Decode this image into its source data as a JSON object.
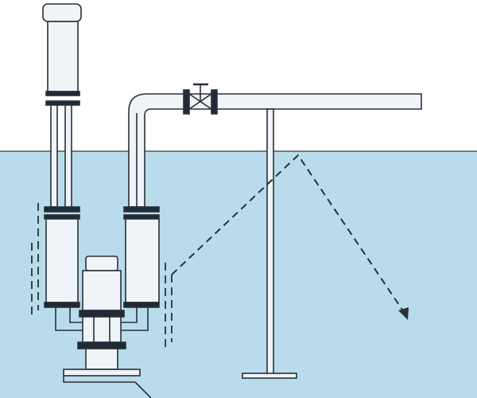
{
  "colors": {
    "water": "#b9dcec",
    "background": "#ffffff",
    "outline": "#2a3038",
    "flange": "#1f2a38",
    "component_fill": "#eef4f7"
  },
  "icons": [
    "motor",
    "pump",
    "valve",
    "pipe",
    "support-stand",
    "flow-arrow"
  ]
}
